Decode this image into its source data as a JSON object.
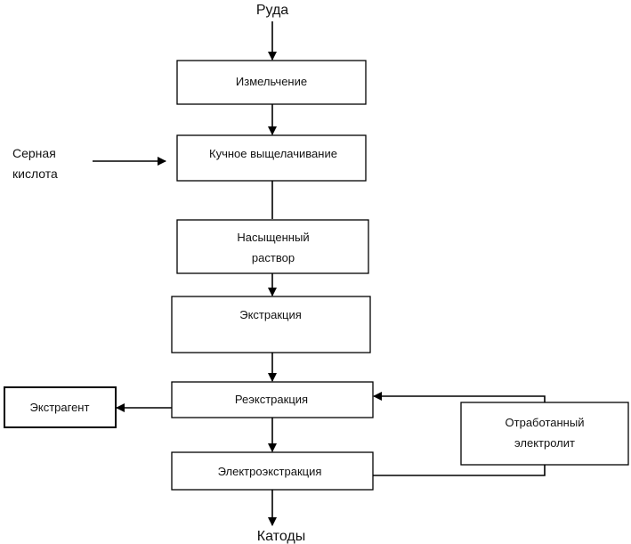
{
  "diagram": {
    "input": "Руда",
    "output": "Катоды",
    "reagent": {
      "line1": "Серная",
      "line2": "кислота"
    },
    "steps": [
      {
        "line1": "Измельчение"
      },
      {
        "line1": "Кучное выщелачивание"
      },
      {
        "line1": "Насыщенный",
        "line2": "раствор"
      },
      {
        "line1": "Экстракция"
      },
      {
        "line1": "Реэкстракция"
      },
      {
        "line1": "Электроэкстракция"
      }
    ],
    "extractant": "Экстрагент",
    "spent_electrolyte": {
      "line1": "Отработанный",
      "line2": "электролит"
    }
  }
}
